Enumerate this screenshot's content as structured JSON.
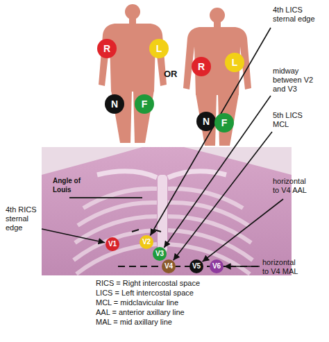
{
  "diagram": {
    "nodes": [
      {
        "text": [
          "R"
        ]
      },
      {
        "text": [
          "L"
        ]
      },
      {
        "text": [
          "N"
        ]
      },
      {
        "text": [
          "F"
        ]
      },
      {
        "text": [
          "R"
        ]
      },
      {
        "text": [
          "L"
        ]
      },
      {
        "text": [
          "N"
        ]
      },
      {
        "text": [
          "F"
        ]
      },
      {
        "text": [
          "V1"
        ]
      },
      {
        "text": [
          "V2"
        ]
      },
      {
        "text": [
          "V3"
        ]
      },
      {
        "text": [
          "V4"
        ]
      },
      {
        "text": [
          "V5"
        ]
      },
      {
        "text": [
          "V6"
        ]
      }
    ],
    "labels": [
      "OR",
      "4th LICS sternal edge",
      "midway between V2 and V3",
      "5th LICS MCL",
      "Angle of Louis",
      "4th RICS sternal edge",
      "horizontal to V4 AAL",
      "horizontal to V4 MAL",
      "RICS = Right intercostal space",
      "LICS = Left intercostal space",
      "MCL = midclavicular line",
      "AAL = anterior axillary line",
      "MAL = mid axillary line"
    ]
  }
}
